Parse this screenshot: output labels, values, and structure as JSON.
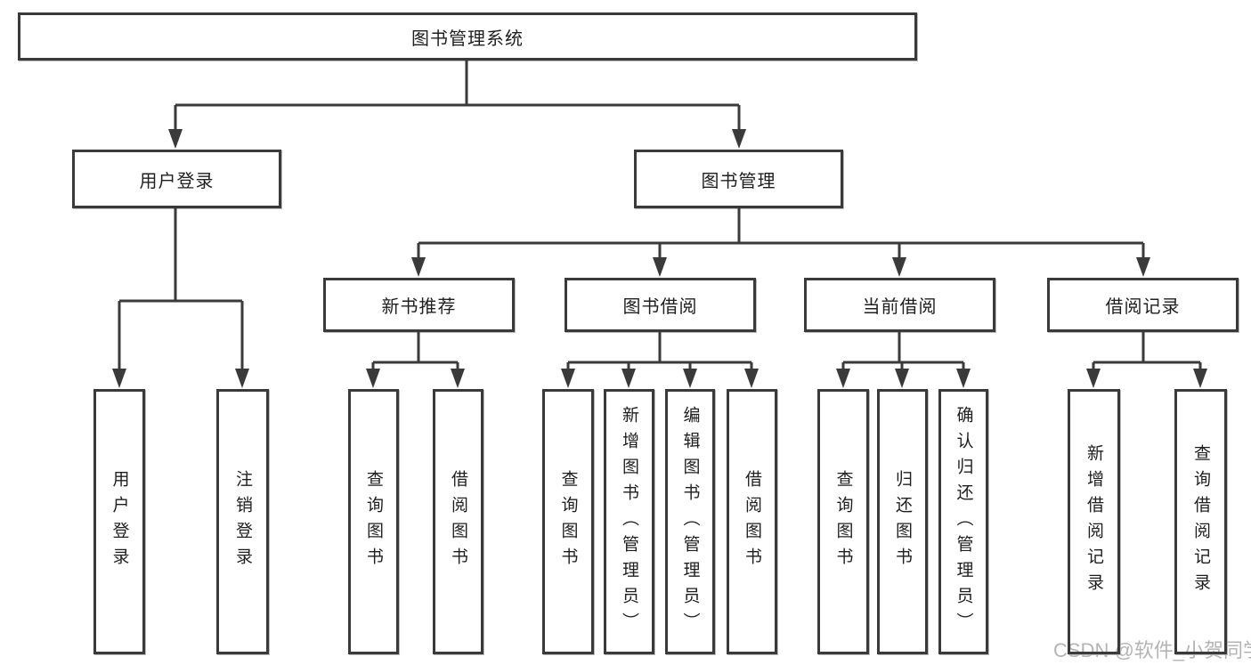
{
  "diagram": {
    "root": "图书管理系统",
    "level2": [
      "用户登录",
      "图书管理"
    ],
    "level3": [
      "新书推荐",
      "图书借阅",
      "当前借阅",
      "借阅记录"
    ],
    "leaves": {
      "user": [
        "用户登录",
        "注销登录"
      ],
      "recommend": [
        "查询图书",
        "借阅图书"
      ],
      "borrow": [
        "查询图书",
        "新增图书（管理员）",
        "编辑图书（管理员）",
        "借阅图书"
      ],
      "current": [
        "查询图书",
        "归还图书",
        "确认归还（管理员）"
      ],
      "records": [
        "新增借阅记录",
        "查询借阅记录"
      ]
    }
  },
  "watermark": "CSDN @软件_小贺同学",
  "colors": {
    "line": "#3a3a3a",
    "text": "#1f1f1f",
    "watermark": "#b4b4b4",
    "background": "#ffffff"
  }
}
